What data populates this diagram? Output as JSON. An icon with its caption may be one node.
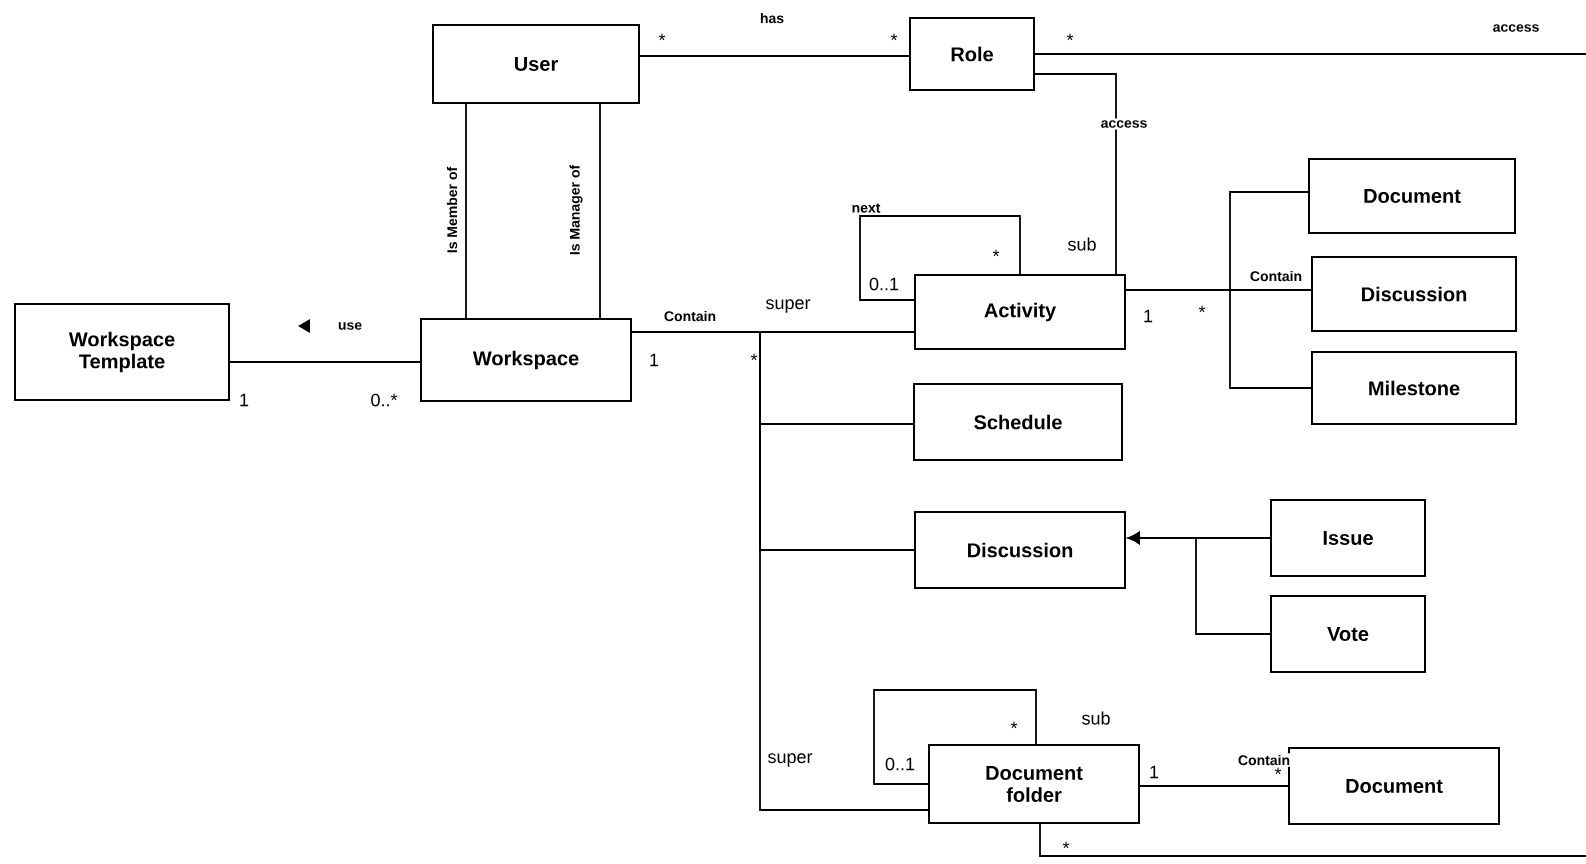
{
  "diagram": {
    "nodes": [
      {
        "text": [
          "User"
        ]
      },
      {
        "text": [
          "Role"
        ]
      },
      {
        "text": [
          "Workspace Template"
        ]
      },
      {
        "text": [
          "Workspace"
        ]
      },
      {
        "text": [
          "Activity"
        ]
      },
      {
        "text": [
          "Document"
        ]
      },
      {
        "text": [
          "Discussion"
        ]
      },
      {
        "text": [
          "Milestone"
        ]
      },
      {
        "text": [
          "Schedule"
        ]
      },
      {
        "text": [
          "Discussion"
        ]
      },
      {
        "text": [
          "Issue"
        ]
      },
      {
        "text": [
          "Vote"
        ]
      },
      {
        "text": [
          "Document folder"
        ]
      },
      {
        "text": [
          "Document"
        ]
      }
    ],
    "edges": [
      {
        "from": 0,
        "to": 1,
        "arrow": "none",
        "label": "has"
      },
      {
        "from": 1,
        "to": null,
        "arrow": "none",
        "label": "access"
      },
      {
        "from": 1,
        "to": 4,
        "arrow": "none",
        "label": "access"
      },
      {
        "from": 0,
        "to": 3,
        "arrow": "none",
        "label": "Is Member of"
      },
      {
        "from": 0,
        "to": 3,
        "arrow": "none",
        "label": "Is Manager of"
      },
      {
        "from": 2,
        "to": 3,
        "arrow": "none",
        "label": "use"
      },
      {
        "from": 3,
        "to": 4,
        "arrow": "none",
        "label": "Contain"
      },
      {
        "from": 3,
        "to": 8,
        "arrow": "none"
      },
      {
        "from": 3,
        "to": 9,
        "arrow": "none"
      },
      {
        "from": 3,
        "to": 12,
        "arrow": "none"
      },
      {
        "from": 4,
        "to": 4,
        "arrow": "none",
        "label": "next"
      },
      {
        "from": 4,
        "to": 5,
        "arrow": "none"
      },
      {
        "from": 4,
        "to": 6,
        "arrow": "none",
        "label": "Contain"
      },
      {
        "from": 4,
        "to": 7,
        "arrow": "none"
      },
      {
        "from": 10,
        "to": 9,
        "arrow": "to"
      },
      {
        "from": 11,
        "to": 9,
        "arrow": "to"
      },
      {
        "from": 12,
        "to": 12,
        "arrow": "none"
      },
      {
        "from": 12,
        "to": 13,
        "arrow": "none",
        "label": "Contain"
      },
      {
        "from": 12,
        "to": null,
        "arrow": "none"
      }
    ],
    "labels": [
      "*",
      "*",
      "*",
      "sub",
      "*",
      "0..1",
      "super",
      "1",
      "*",
      "1",
      "*",
      "1",
      "0..*",
      "sub",
      "*",
      "super",
      "0..1",
      "1",
      "*",
      "*"
    ]
  }
}
